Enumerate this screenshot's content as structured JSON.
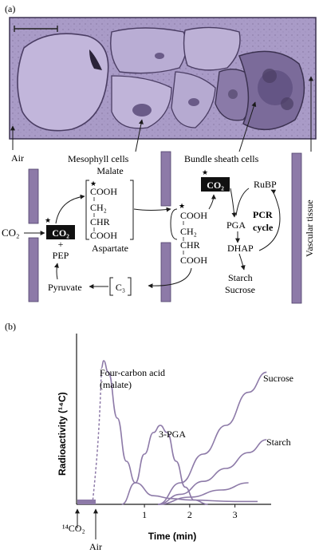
{
  "panel_a": {
    "label": "(a)",
    "micrograph_labels": {
      "air": "Air",
      "mesophyll": "Mesophyll cells",
      "bundle_sheath": "Bundle sheath cells",
      "vascular": "Vascular tissue"
    },
    "pathway": {
      "co2_input": "CO₂",
      "co2_box": "CO₂",
      "plus": "+",
      "pep": "PEP",
      "malate": "Malate",
      "aspartate": "Aspartate",
      "mol1_line1": "COOH",
      "mol1_line2": "CH₂",
      "mol1_line3": "CHR",
      "mol1_line4": "COOH",
      "pyruvate": "Pyruvate",
      "c3": "C₃",
      "bs_co2_box": "CO₂",
      "rubp": "RuBP",
      "pga": "PGA",
      "pcr1": "PCR",
      "pcr2": "cycle",
      "dhap": "DHAP",
      "starch": "Starch",
      "sucrose": "Sucrose",
      "star": "★"
    },
    "colors": {
      "purple": "#8d7aa8",
      "micrograph_bg": "#a99bc7",
      "black_box": "#111111"
    }
  },
  "panel_b": {
    "label": "(b)",
    "chart_data": {
      "type": "line",
      "title": "",
      "ylabel": "Radioactivity (¹⁴C)",
      "xlabel": "Time (min)",
      "x_ticks": [
        "1",
        "2",
        "3"
      ],
      "xlim": [
        -0.5,
        3.8
      ],
      "series": [
        {
          "name": "Four-carbon acid (malate)",
          "x": [
            -0.15,
            0.0,
            0.05,
            0.1,
            0.2,
            0.4,
            0.6,
            0.8,
            1.2,
            1.6,
            2.0,
            3.0,
            3.5
          ],
          "y": [
            0.0,
            0.55,
            0.95,
            1.0,
            0.92,
            0.6,
            0.3,
            0.15,
            0.06,
            0.04,
            0.03,
            0.02,
            0.02
          ]
        },
        {
          "name": "3-PGA",
          "x": [
            0.5,
            0.8,
            1.0,
            1.2,
            1.35,
            1.5,
            1.7,
            1.9,
            2.1,
            2.4
          ],
          "y": [
            0.0,
            0.15,
            0.35,
            0.5,
            0.55,
            0.5,
            0.3,
            0.12,
            0.03,
            0.0
          ]
        },
        {
          "name": "Sucrose",
          "x": [
            1.3,
            1.8,
            2.3,
            2.8,
            3.3,
            3.7
          ],
          "y": [
            0.0,
            0.15,
            0.35,
            0.55,
            0.78,
            0.92
          ]
        },
        {
          "name": "Starch",
          "x": [
            1.3,
            1.8,
            2.3,
            2.8,
            3.3,
            3.7
          ],
          "y": [
            0.0,
            0.07,
            0.16,
            0.25,
            0.36,
            0.45
          ]
        },
        {
          "name": "",
          "x": [
            1.3,
            2.0,
            2.7,
            3.3
          ],
          "y": [
            0.0,
            0.05,
            0.1,
            0.15
          ]
        }
      ],
      "annotations": {
        "malate1": "Four-carbon acid",
        "malate2": "(malate)",
        "pga": "3-PGA",
        "sucrose": "Sucrose",
        "starch": "Starch",
        "co2_pulse": "¹⁴CO₂",
        "air": "Air"
      },
      "grid": false,
      "legend": "none",
      "line_color": "#8d7aa8"
    }
  }
}
